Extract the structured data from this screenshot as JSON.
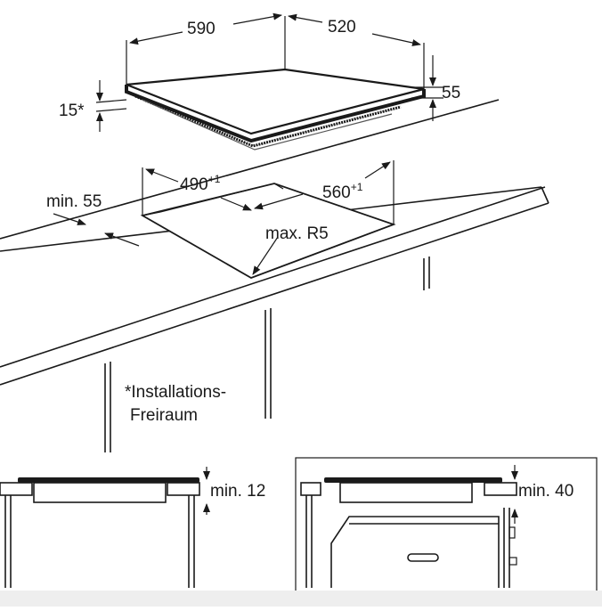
{
  "hob_dimensions": {
    "width": "590",
    "depth": "520",
    "height": "55",
    "side_gap": "15*"
  },
  "cutout_dimensions": {
    "width_value": "490",
    "width_tolerance": "+1",
    "depth_value": "560",
    "depth_tolerance": "+1",
    "front_edge_distance": "min. 55",
    "corner_radius": "max. R5"
  },
  "footnote": {
    "line1": "*Installations-",
    "line2": "Freiraum"
  },
  "side_views": {
    "left_clearance": "min. 12",
    "right_clearance": "min. 40"
  }
}
